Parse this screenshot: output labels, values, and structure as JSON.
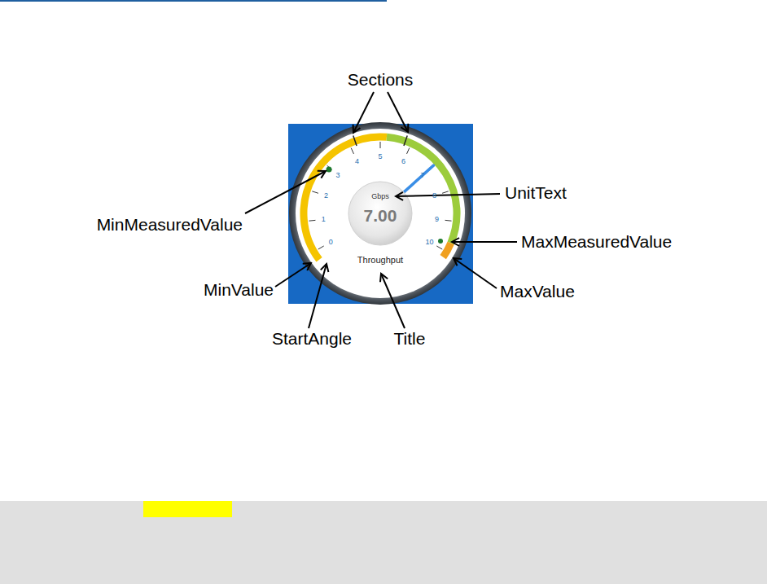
{
  "diagram": {
    "labels": [
      "Sections",
      "UnitText",
      "MinMeasuredValue",
      "MaxMeasuredValue",
      "MinValue",
      "MaxValue",
      "StartAngle",
      "Title",
      "0",
      "1",
      "2",
      "3",
      "4",
      "5",
      "6",
      "7",
      "8",
      "9",
      "10",
      "Gbps",
      "7.00",
      "Throughput"
    ]
  }
}
